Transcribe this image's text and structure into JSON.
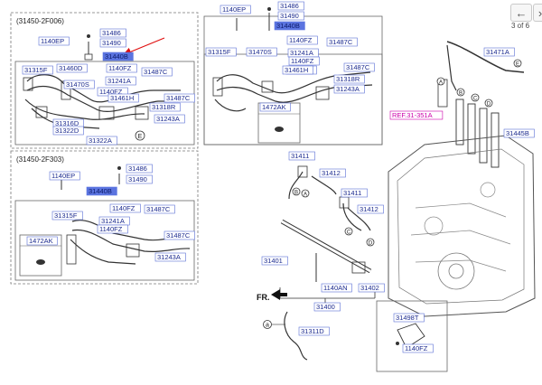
{
  "navigation": {
    "prev_icon": "arrow-left-icon",
    "next_icon": "arrow-right-icon",
    "page_indicator": "3 of 6"
  },
  "colors": {
    "line": "#333333",
    "frame": "#666666",
    "label_border": "#5a6fd6",
    "label_text": "#1b2a8f",
    "highlight": "#5b74e0",
    "ref_text": "#cc00aa",
    "arrow": "#e01010"
  },
  "diagram": {
    "panel_a_title": "(31450-2F006)",
    "panel_b_title": "(31450-2F303)",
    "fr_label": "FR.",
    "circle_a": "A",
    "circle_b": "B",
    "circle_c": "C",
    "circle_d": "D",
    "circle_e": "E",
    "circle_a_small": "a",
    "labels": [
      {
        "text": "1140EP"
      },
      {
        "text": "31486"
      },
      {
        "text": "31490"
      },
      {
        "text": "31440B",
        "highlight": true
      },
      {
        "text": "31460D"
      },
      {
        "text": "31315F"
      },
      {
        "text": "31470S"
      },
      {
        "text": "1140FZ"
      },
      {
        "text": "31487C"
      },
      {
        "text": "31241A"
      },
      {
        "text": "1140FZ"
      },
      {
        "text": "31461H"
      },
      {
        "text": "31487C"
      },
      {
        "text": "31318R"
      },
      {
        "text": "31316D"
      },
      {
        "text": "31322D"
      },
      {
        "text": "31243A"
      },
      {
        "text": "31322A"
      },
      {
        "text": "1140EP"
      },
      {
        "text": "31486"
      },
      {
        "text": "31490"
      },
      {
        "text": "31440B",
        "highlight": true
      },
      {
        "text": "31315F"
      },
      {
        "text": "1140FZ"
      },
      {
        "text": "31487C"
      },
      {
        "text": "31241A"
      },
      {
        "text": "1140FZ"
      },
      {
        "text": "1472AK"
      },
      {
        "text": "31487C"
      },
      {
        "text": "31243A"
      },
      {
        "text": "1140EP"
      },
      {
        "text": "31486"
      },
      {
        "text": "31490"
      },
      {
        "text": "31440B",
        "highlight": true
      },
      {
        "text": "1140FZ"
      },
      {
        "text": "31487C"
      },
      {
        "text": "31315F"
      },
      {
        "text": "31470S"
      },
      {
        "text": "31241A"
      },
      {
        "text": "1140FZ"
      },
      {
        "text": "31461H"
      },
      {
        "text": "31487C"
      },
      {
        "text": "31318R"
      },
      {
        "text": "31243A"
      },
      {
        "text": "1472AK"
      },
      {
        "text": "31471A"
      },
      {
        "text": "REF.31-351A",
        "ref": true
      },
      {
        "text": "31445B"
      },
      {
        "text": "31411"
      },
      {
        "text": "31412"
      },
      {
        "text": "31411"
      },
      {
        "text": "31412"
      },
      {
        "text": "31401"
      },
      {
        "text": "1140AN"
      },
      {
        "text": "31402"
      },
      {
        "text": "31400"
      },
      {
        "text": "31311D"
      },
      {
        "text": "31498T"
      },
      {
        "text": "1140FZ"
      },
      {
        "text": "31461H"
      }
    ]
  }
}
